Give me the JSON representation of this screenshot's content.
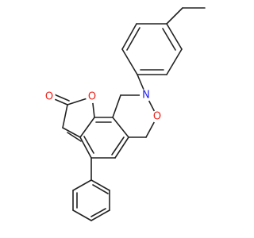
{
  "molecule": {
    "atoms": [
      {
        "element": "O",
        "color": "#e8231c"
      },
      {
        "element": "O",
        "color": "#e8231c"
      },
      {
        "element": "O",
        "color": "#e8231c"
      },
      {
        "element": "N",
        "color": "#2020ee"
      }
    ]
  },
  "colors": {
    "bond": "#222222",
    "oxygen": "#e8231c",
    "nitrogen": "#2020ee",
    "background": "#ffffff"
  }
}
